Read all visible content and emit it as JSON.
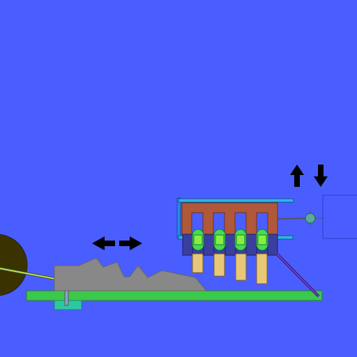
{
  "scene": {
    "background": "#4a5eff",
    "colors": {
      "wheel": "#3a3300",
      "rod": "#b6e84a",
      "rail": "#3cc84a",
      "bracket": "#2ec8a0",
      "rock": "#888888",
      "frame_blue": "#2a88e0",
      "comb": "#b0583a",
      "block": "#3a3e9e",
      "capsule": "#44dd55",
      "peg": "#e8c878",
      "lever": "#5a2aa8",
      "knob": "#5aa8a0",
      "arrow": "#000000",
      "window_outline": "#2a3ec8"
    },
    "arrows": [
      {
        "name": "left-arrow-icon",
        "icon": "arrow-left"
      },
      {
        "name": "right-arrow-icon",
        "icon": "arrow-right"
      },
      {
        "name": "up-arrow-icon",
        "icon": "arrow-up"
      },
      {
        "name": "down-arrow-icon",
        "icon": "arrow-down"
      }
    ],
    "mechanism": {
      "comb_teeth": 4,
      "capsules": 4,
      "pegs": 4
    }
  }
}
